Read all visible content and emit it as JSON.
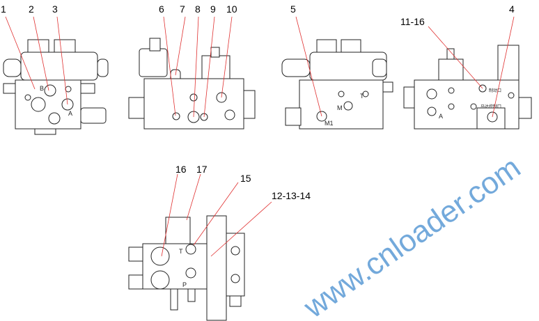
{
  "watermark": "www.cnloader.com",
  "callouts": {
    "c1": "1",
    "c2": "2",
    "c3": "3",
    "c4": "4",
    "c5": "5",
    "c6": "6",
    "c7": "7",
    "c8": "8",
    "c9": "9",
    "c10": "10",
    "c11_16": "11-16",
    "c16": "16",
    "c17": "17",
    "c15": "15",
    "c12_13_14": "12-13-14"
  },
  "ports": {
    "v1_b": "B",
    "v1_a": "A",
    "v3_m1": "M1",
    "v3_m": "M",
    "v3_t": "T",
    "v4_a": "A",
    "v5_t": "T",
    "v5_p": "P"
  },
  "annotations": {
    "brake_port": "制动口",
    "motor_control_port": "马达控制口"
  },
  "colors": {
    "leader": "#e03030",
    "watermark": "#5b9bd5"
  }
}
